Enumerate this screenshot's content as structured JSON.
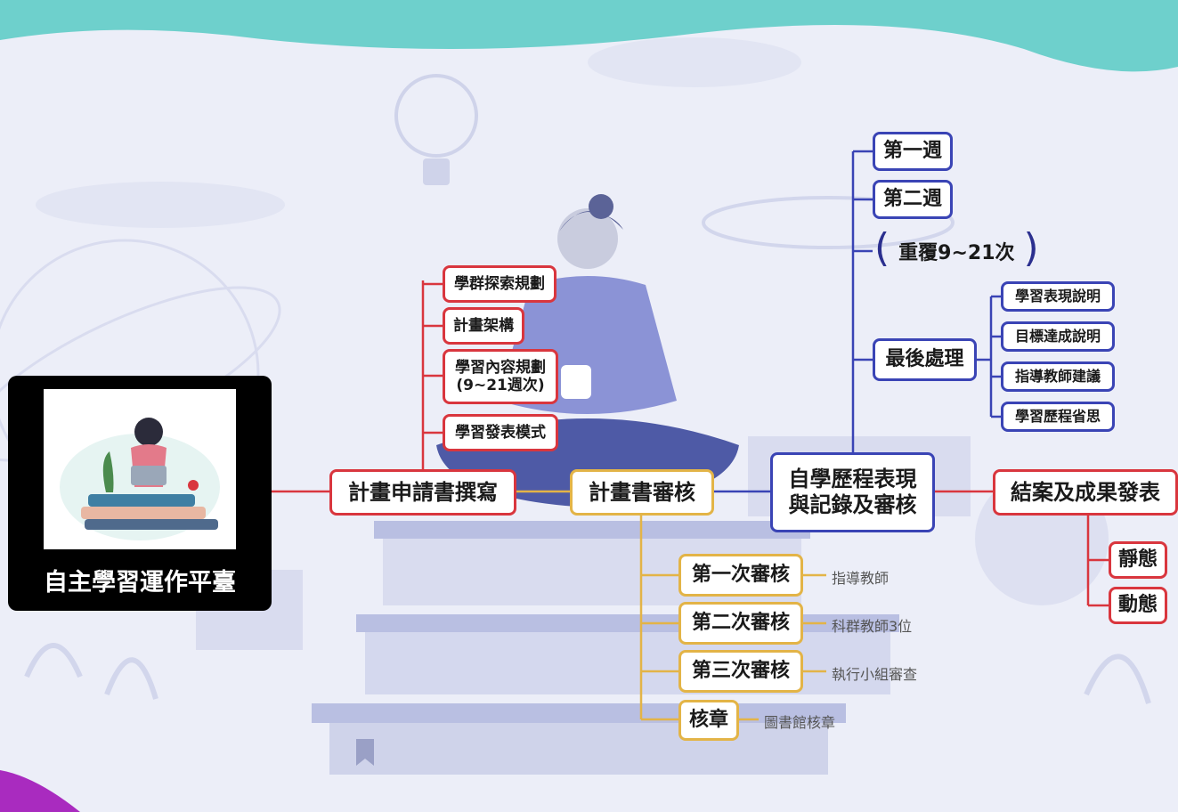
{
  "platform": {
    "title": "自主學習運作平臺"
  },
  "main": {
    "write": "計畫申請書撰寫",
    "review": "計畫書審核",
    "record_line1": "自學歷程表現",
    "record_line2": "與記錄及審核",
    "close": "結案及成果發表"
  },
  "write_items": [
    "學群探索規劃",
    "計畫架構",
    "學習內容規劃",
    "(9~21週次)",
    "學習發表模式"
  ],
  "review_items": [
    {
      "label": "第一次審核",
      "note": "指導教師"
    },
    {
      "label": "第二次審核",
      "note": "科群教師3位"
    },
    {
      "label": "第三次審核",
      "note": "執行小組審查"
    },
    {
      "label": "核章",
      "note": "圖書館核章"
    }
  ],
  "record_items": {
    "week1": "第一週",
    "week2": "第二週",
    "repeat": "重覆9~21次",
    "final": "最後處理",
    "final_items": [
      "學習表現說明",
      "目標達成說明",
      "指導教師建議",
      "學習歷程省思"
    ]
  },
  "close_items": [
    "靜態",
    "動態"
  ],
  "colors": {
    "red": "#d9363e",
    "gold": "#e3b447",
    "blue": "#3a44b5",
    "top_band": "#6ed0cc",
    "corner": "#a92bbf",
    "background": "#eceef8"
  }
}
